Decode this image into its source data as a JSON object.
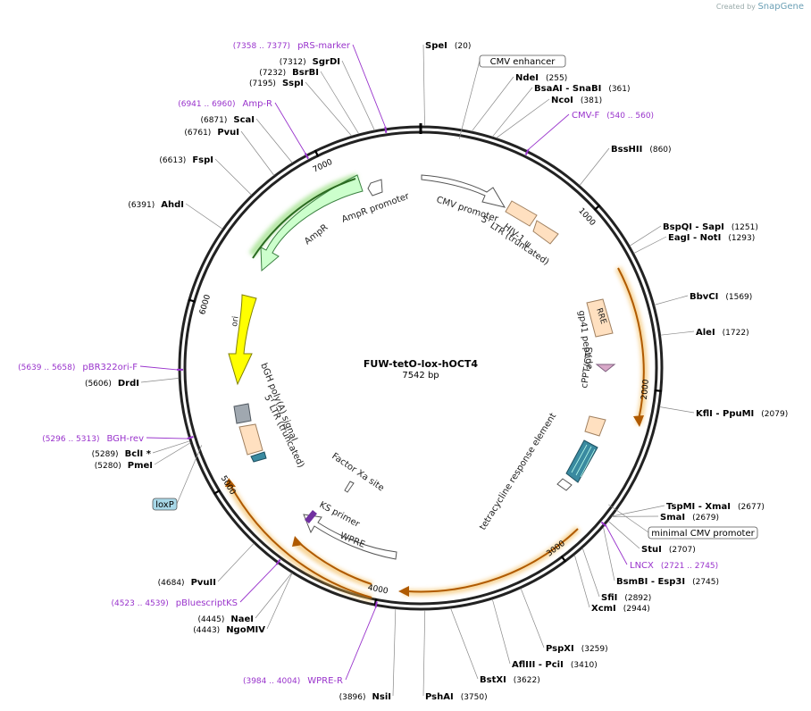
{
  "watermark": {
    "prefix": "Created by",
    "brand": "SnapGene"
  },
  "plasmid": {
    "name": "FUW-tetO-lox-hOCT4",
    "size": "7542 bp",
    "length": 7542
  },
  "ticks": [
    {
      "pos": 1000,
      "label": "1000"
    },
    {
      "pos": 2000,
      "label": "2000"
    },
    {
      "pos": 3000,
      "label": "3000"
    },
    {
      "pos": 4000,
      "label": "4000"
    },
    {
      "pos": 5000,
      "label": "5000"
    },
    {
      "pos": 6000,
      "label": "6000"
    },
    {
      "pos": 7000,
      "label": "7000"
    }
  ],
  "sites": [
    {
      "name": "SpeI",
      "coord": "(20)",
      "pos": 20
    },
    {
      "name": "NdeI",
      "coord": "(255)",
      "pos": 255
    },
    {
      "name": "BsaAI  - SnaBI",
      "coord": "(361)",
      "pos": 361
    },
    {
      "name": "NcoI",
      "coord": "(381)",
      "pos": 381
    },
    {
      "name": "BssHII",
      "coord": "(860)",
      "pos": 860
    },
    {
      "name": "BspQI  - SapI",
      "coord": "(1251)",
      "pos": 1251
    },
    {
      "name": "EagI  - NotI",
      "coord": "(1293)",
      "pos": 1293
    },
    {
      "name": "BbvCI",
      "coord": "(1569)",
      "pos": 1569
    },
    {
      "name": "AleI",
      "coord": "(1722)",
      "pos": 1722
    },
    {
      "name": "KflI  - PpuMI",
      "coord": "(2079)",
      "pos": 2079
    },
    {
      "name": "TspMI  - XmaI",
      "coord": "(2677)",
      "pos": 2677
    },
    {
      "name": "SmaI",
      "coord": "(2679)",
      "pos": 2679
    },
    {
      "name": "StuI",
      "coord": "(2707)",
      "pos": 2707
    },
    {
      "name": "BsmBI  - Esp3I",
      "coord": "(2745)",
      "pos": 2745
    },
    {
      "name": "SfiI",
      "coord": "(2892)",
      "pos": 2892
    },
    {
      "name": "XcmI",
      "coord": "(2944)",
      "pos": 2944
    },
    {
      "name": "PspXI",
      "coord": "(3259)",
      "pos": 3259
    },
    {
      "name": "AflIII  - PciI",
      "coord": "(3410)",
      "pos": 3410
    },
    {
      "name": "BstXI",
      "coord": "(3622)",
      "pos": 3622
    },
    {
      "name": "PshAI",
      "coord": "(3750)",
      "pos": 3750
    },
    {
      "name": "NsiI",
      "coord": "(3896)",
      "pos": 3896
    },
    {
      "name": "NgoMIV",
      "coord": "(4443)",
      "pos": 4443
    },
    {
      "name": "NaeI",
      "coord": "(4445)",
      "pos": 4445
    },
    {
      "name": "PvuII",
      "coord": "(4684)",
      "pos": 4684
    },
    {
      "name": "PmeI",
      "coord": "(5280)",
      "pos": 5280
    },
    {
      "name": "BclI *",
      "coord": "(5289)",
      "pos": 5289
    },
    {
      "name": "DrdI",
      "coord": "(5606)",
      "pos": 5606
    },
    {
      "name": "AhdI",
      "coord": "(6391)",
      "pos": 6391
    },
    {
      "name": "FspI",
      "coord": "(6613)",
      "pos": 6613
    },
    {
      "name": "PvuI",
      "coord": "(6761)",
      "pos": 6761
    },
    {
      "name": "ScaI",
      "coord": "(6871)",
      "pos": 6871
    },
    {
      "name": "SspI",
      "coord": "(7195)",
      "pos": 7195
    },
    {
      "name": "BsrBI",
      "coord": "(7232)",
      "pos": 7232
    },
    {
      "name": "SgrDI",
      "coord": "(7312)",
      "pos": 7312
    }
  ],
  "primers": [
    {
      "name": "pRS-marker",
      "coord": "(7358 .. 7377)",
      "pos": 7367
    },
    {
      "name": "Amp-R",
      "coord": "(6941 .. 6960)",
      "pos": 6950
    },
    {
      "name": "CMV-F",
      "coord": "(540 .. 560)",
      "pos": 550
    },
    {
      "name": "LNCX",
      "coord": "(2721 .. 2745)",
      "pos": 2733
    },
    {
      "name": "pBluescriptKS",
      "coord": "(4523 .. 4539)",
      "pos": 4531
    },
    {
      "name": "WPRE-R",
      "coord": "(3984 .. 4004)",
      "pos": 3994
    },
    {
      "name": "pBR322ori-F",
      "coord": "(5639 .. 5658)",
      "pos": 5648
    },
    {
      "name": "BGH-rev",
      "coord": "(5296 .. 5313)",
      "pos": 5304
    }
  ],
  "boxed_labels": [
    {
      "name": "CMV enhancer",
      "pos": 200
    },
    {
      "name": "minimal CMV promoter",
      "pos": 2640
    },
    {
      "name": "loxP",
      "pos": 5250
    }
  ],
  "features": [
    {
      "name": "CMV promoter"
    },
    {
      "name": "HIV-1 ψ"
    },
    {
      "name": "5' LTR (truncated)"
    },
    {
      "name": "RRE"
    },
    {
      "name": "gp41 peptide"
    },
    {
      "name": "cPPT/CTS"
    },
    {
      "name": "tetracycline response element"
    },
    {
      "name": "Factor Xa site"
    },
    {
      "name": "KS primer"
    },
    {
      "name": "WPRE"
    },
    {
      "name": "bGH poly(A) signal"
    },
    {
      "name": "5' LTR (truncated)"
    },
    {
      "name": "ori"
    },
    {
      "name": "AmpR"
    },
    {
      "name": "AmpR promoter"
    }
  ],
  "colors": {
    "site": "#000000",
    "primer": "#9933cc",
    "ori": "#ffff00",
    "ampr": "#ccffcc",
    "ltr": "#ffe0c0",
    "orange_glow": "#f0b040",
    "tre": "#3a8aa0",
    "loxp": "#a8d8e8"
  }
}
